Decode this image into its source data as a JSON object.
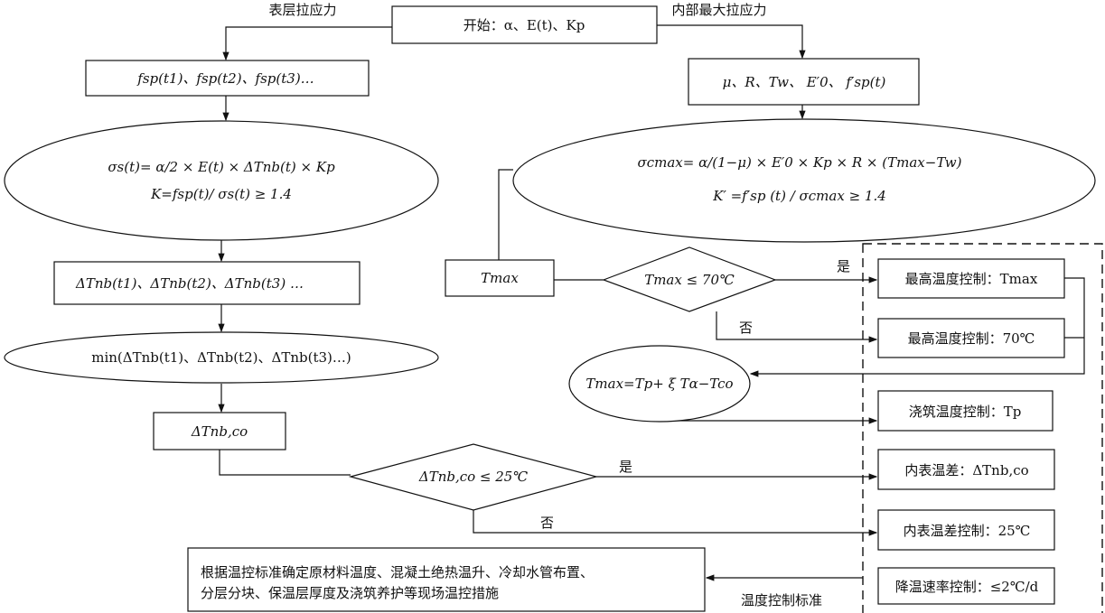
{
  "labels": {
    "surface_stress": "表层拉应力",
    "internal_stress": "内部最大拉应力",
    "yes1": "是",
    "no1": "否",
    "yes2": "是",
    "no2": "否",
    "standard": "温度控制标准"
  },
  "nodes": {
    "start": "开始：α、E(t)、Kp",
    "fsp": "fsp(t1)、fsp(t2)、fsp(t3)…",
    "sigma_s": "σs(t)= α/2 × E(t) × ΔTnb(t) × Kp",
    "k_check": "K=fsp(t)/ σs(t) ≥ 1.4",
    "delta_t": "ΔTnb(t1)、ΔTnb(t2)、ΔTnb(t3) …",
    "min_delta": "min(ΔTnb(t1)、ΔTnb(t2)、ΔTnb(t3)…)",
    "delta_co": "ΔTnb,co",
    "diamond_delta": "ΔTnb,co ≤ 25℃",
    "params": "μ、R、Tw、 E′0、 f′sp(t)",
    "sigma_c": "σcmax= α/(1−μ) × E′0 × Kp × R × (Tmax−Tw)",
    "k2_check": "K′ =f′sp (t) / σcmax ≥ 1.4",
    "tmax": "Tmax",
    "diamond_tmax": "Tmax ≤ 70℃",
    "tmax_formula": "Tmax=Tp+ ξ Tα−Tco",
    "ctrl_tmax": "最高温度控制：Tmax",
    "ctrl_70": "最高温度控制：70℃",
    "ctrl_pour": "浇筑温度控制：Tp",
    "diff": "内表温差：ΔTnb,co",
    "diff_ctrl": "内表温差控制：25℃",
    "cool_rate": "降温速率控制：≤2℃/d",
    "measures_line1": "根据温控标准确定原材料温度、混凝土绝热温升、冷却水管布置、",
    "measures_line2": "分层分块、保温层厚度及浇筑养护等现场温控措施"
  }
}
